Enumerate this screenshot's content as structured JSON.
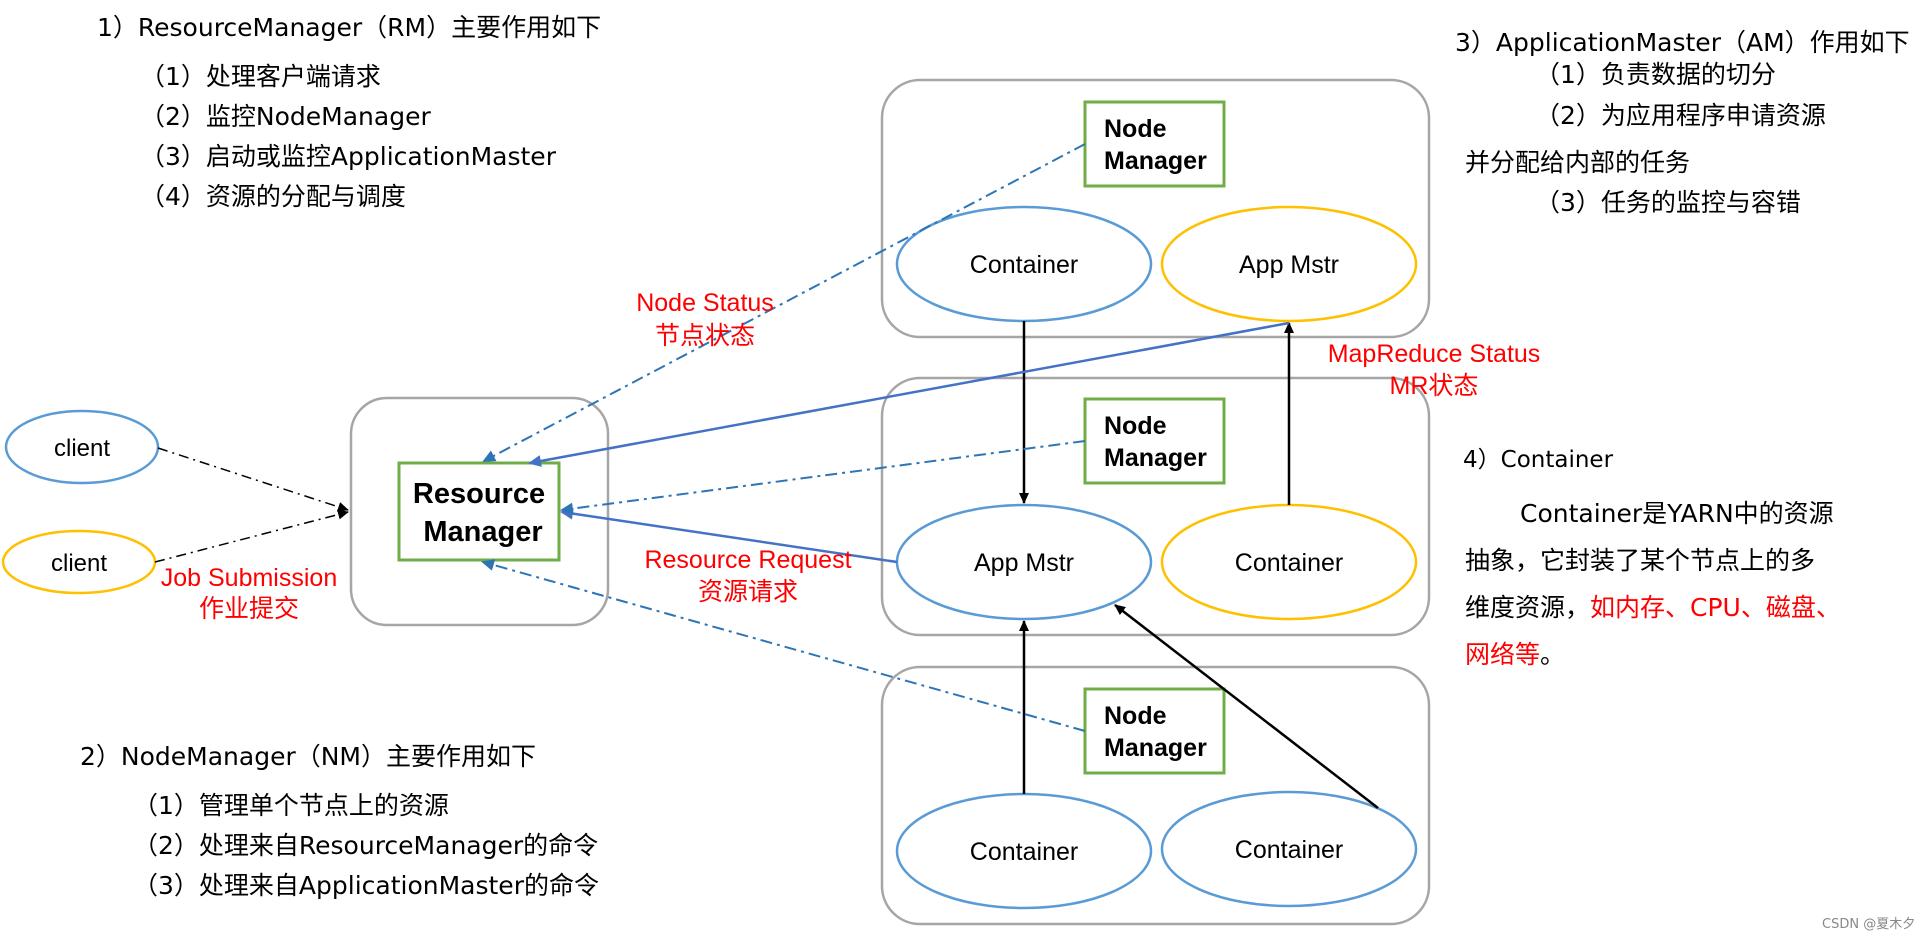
{
  "colors": {
    "blue": "#5b9bd5",
    "orange": "#ffc000",
    "green": "#70ad47",
    "grey": "#a6a6a6",
    "red": "#ff0000",
    "arrow_blue": "#4472c4",
    "dash_blue": "#2e75b6"
  },
  "rm_section": {
    "title": "1）ResourceManager（RM）主要作用如下",
    "items": [
      "（1）处理客户端请求",
      "（2）监控NodeManager",
      "（3）启动或监控ApplicationMaster",
      "（4）资源的分配与调度"
    ]
  },
  "nm_section": {
    "title": "2）NodeManager（NM）主要作用如下",
    "items": [
      "（1）管理单个节点上的资源",
      "（2）处理来自ResourceManager的命令",
      "（3）处理来自ApplicationMaster的命令"
    ]
  },
  "am_section": {
    "title": "3）ApplicationMaster（AM）作用如下",
    "item1": "（1）负责数据的切分",
    "item2": "（2）为应用程序申请资源",
    "item2_cont": "并分配给内部的任务",
    "item3": "（3）任务的监控与容错"
  },
  "container_section": {
    "title": "4）Container",
    "line1": "Container是YARN中的资源",
    "line2": "抽象，它封装了某个节点上的多",
    "line3_black": "维度资源，",
    "line3_red": "如内存、CPU、磁盘、",
    "line4_red": "网络等",
    "line4_end": "。"
  },
  "diagram": {
    "client1": "client",
    "client2": "client",
    "resource_manager": [
      "Resource",
      "Manager"
    ],
    "node_manager": [
      "Node",
      "Manager"
    ],
    "container": "Container",
    "app_mstr": "App Mstr",
    "job_submission": [
      "Job Submission",
      "作业提交"
    ],
    "node_status": [
      "Node Status",
      "节点状态"
    ],
    "resource_request": [
      "Resource Request",
      "资源请求"
    ],
    "mapreduce_status": [
      "MapReduce Status",
      "MR状态"
    ]
  },
  "watermark": "CSDN @夏木夕"
}
